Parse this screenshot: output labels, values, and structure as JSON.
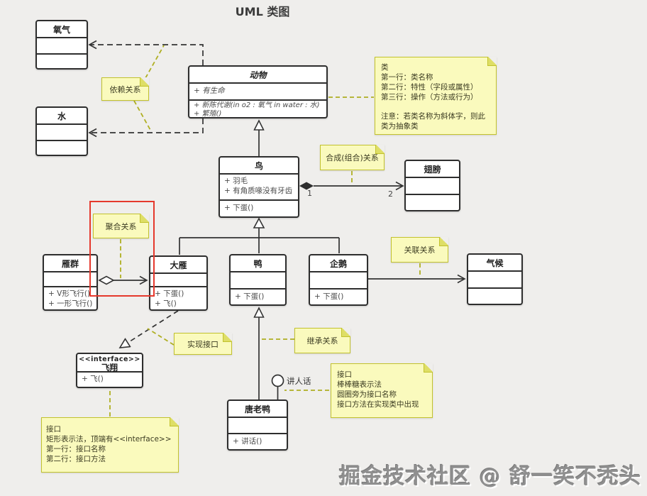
{
  "page": {
    "title": "UML 类图",
    "watermark": "掘金技术社区 @ 舒一笑不秃头"
  },
  "classes": {
    "oxygen": {
      "title": "氧气"
    },
    "water": {
      "title": "水"
    },
    "animal": {
      "title": "动物",
      "attributes": [
        "+ 有生命"
      ],
      "methods": [
        "+ 新陈代谢(in o2 : 氧气 in water : 水)",
        "+ 繁殖()"
      ]
    },
    "bird": {
      "title": "鸟",
      "attributes": [
        "+ 羽毛",
        "+ 有角质喙没有牙齿"
      ],
      "methods": [
        "+ 下蛋()"
      ]
    },
    "wings": {
      "title": "翅膀"
    },
    "flock": {
      "title": "雁群",
      "methods": [
        "+ V形飞行()",
        "+ 一形飞行()"
      ]
    },
    "goose": {
      "title": "大雁",
      "methods": [
        "+ 下蛋()",
        "+ 飞()"
      ]
    },
    "duck": {
      "title": "鸭",
      "methods": [
        "+ 下蛋()"
      ]
    },
    "penguin": {
      "title": "企鹅",
      "methods": [
        "+ 下蛋()"
      ]
    },
    "climate": {
      "title": "气候"
    },
    "fly_interface": {
      "stereotype": "<<interface>>",
      "title": "飞翔",
      "methods": [
        "+ 飞()"
      ]
    },
    "donald": {
      "title": "唐老鸭",
      "methods": [
        "+ 讲话()"
      ]
    }
  },
  "notes": {
    "dependency": {
      "text": "依赖关系"
    },
    "class_explain": {
      "lines": [
        "类",
        "第一行：类名称",
        "第二行：特性（字段或属性）",
        "第三行：操作（方法或行为）",
        "注意：若类名称为斜体字，则此",
        "类为抽象类"
      ]
    },
    "composition": {
      "text": "合成(组合)关系"
    },
    "aggregation": {
      "text": "聚合关系"
    },
    "association": {
      "text": "关联关系"
    },
    "implement": {
      "text": "实现接口"
    },
    "inheritance": {
      "text": "继承关系"
    },
    "lollipop": {
      "lines": [
        "接口",
        "棒棒糖表示法",
        "圆圈旁为接口名称",
        "接口方法在实现类中出现"
      ]
    },
    "interface_rect": {
      "lines": [
        "接口",
        "矩形表示法，顶端有<<interface>>",
        "第一行：接口名称",
        "第二行：接口方法"
      ]
    }
  },
  "labels": {
    "bird_multiplicity": "1",
    "wings_multiplicity": "2",
    "lollipop_interface": "讲人话"
  },
  "colors": {
    "note_bg": "#fafabd",
    "note_border": "#c2c22e",
    "connector_olive": "#afaf22",
    "line": "#333333",
    "highlight_red": "#e5382c"
  }
}
